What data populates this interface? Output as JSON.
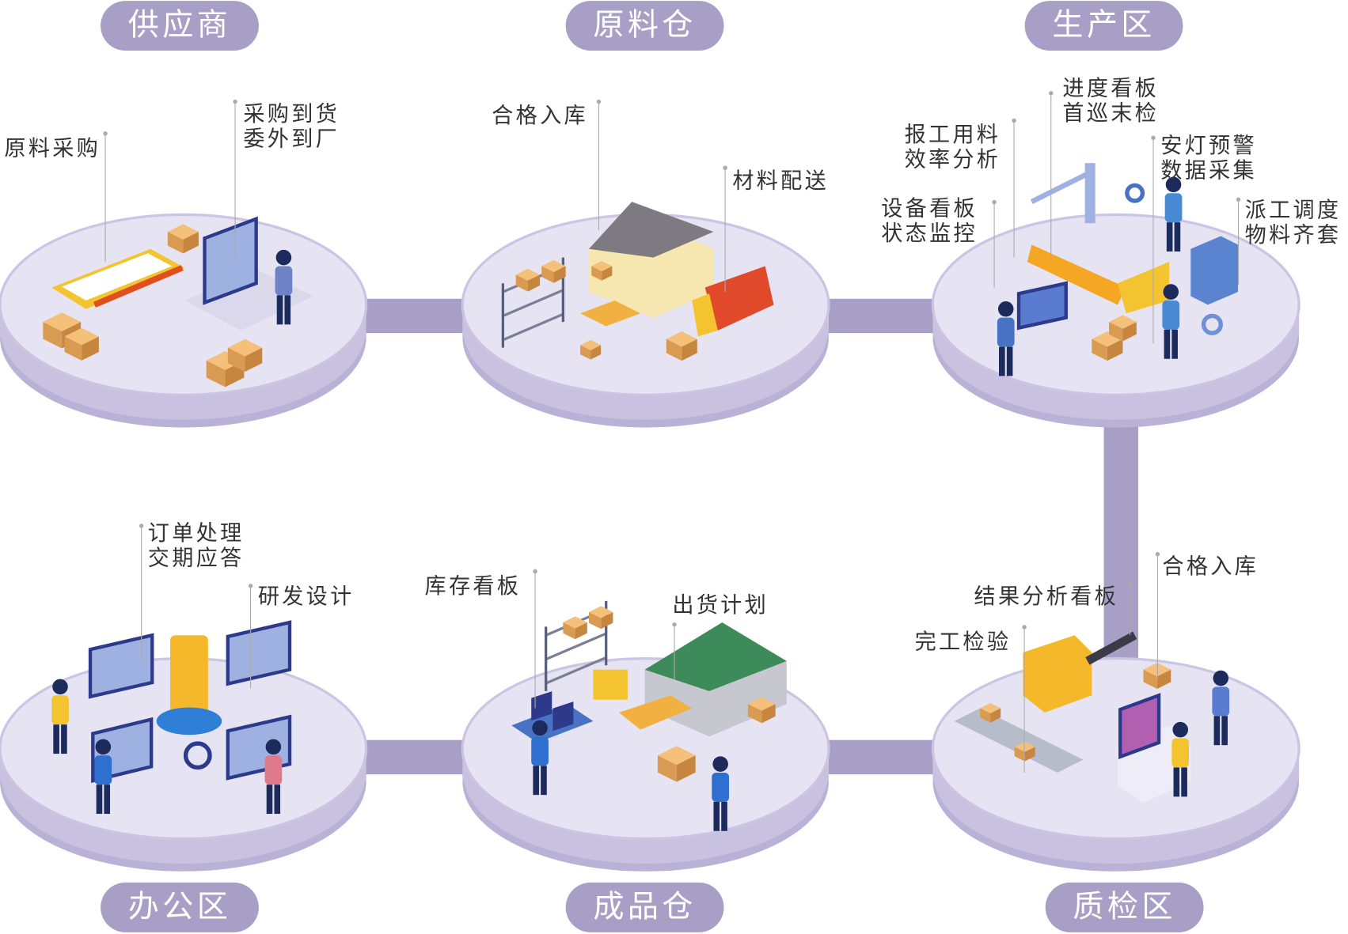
{
  "colors": {
    "pill": "#a79fc5",
    "platform_top": "#e6e4f3",
    "platform_side": "#c8c2e0",
    "connector": "#a79fc5",
    "label_text": "#333333"
  },
  "zones": {
    "supplier": {
      "title": "供应商",
      "labels": [
        "原料采购",
        "采购到货\n委外到厂"
      ]
    },
    "raw_warehouse": {
      "title": "原料仓",
      "labels": [
        "合格入库",
        "材料配送"
      ]
    },
    "production": {
      "title": "生产区",
      "labels": [
        "进度看板\n首巡末检",
        "报工用料\n效率分析",
        "安灯预警\n数据采集",
        "设备看板\n状态监控",
        "派工调度\n物料齐套"
      ]
    },
    "office": {
      "title": "办公区",
      "labels": [
        "订单处理\n交期应答",
        "研发设计"
      ]
    },
    "finished_warehouse": {
      "title": "成品仓",
      "labels": [
        "库存看板",
        "出货计划"
      ]
    },
    "quality": {
      "title": "质检区",
      "labels": [
        "合格入库",
        "结果分析看板",
        "完工检验"
      ]
    }
  }
}
